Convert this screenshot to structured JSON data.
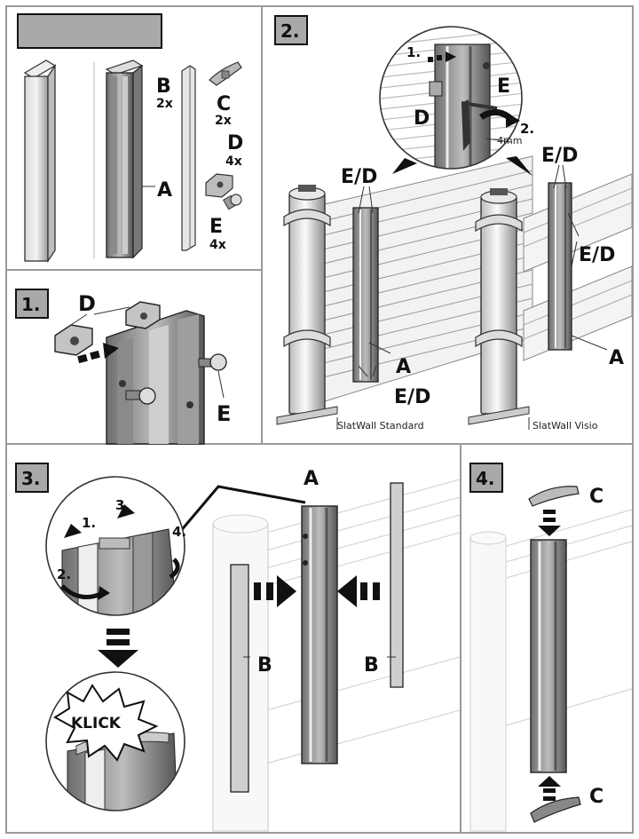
{
  "steps": {
    "s1": "1.",
    "s2": "2.",
    "s3": "3.",
    "s4": "4."
  },
  "parts": {
    "A": "A",
    "B": "B",
    "B_qty": "2x",
    "C": "C",
    "C_qty": "2x",
    "D": "D",
    "D_qty": "4x",
    "E": "E",
    "E_qty": "4x"
  },
  "step2": {
    "detail_sub1": "1.",
    "detail_sub2": "2.",
    "tool": "4mm",
    "ed": "E/D",
    "caption_standard": "SlatWall Standard",
    "caption_visio": "SlatWall Visio"
  },
  "step3": {
    "sub1": "1.",
    "sub2": "2.",
    "sub3": "3.",
    "sub4": "4.",
    "klick": "KLICK"
  },
  "colors": {
    "header_box": "#a9a9a9",
    "outline": "#9a9a9a",
    "ink": "#111111"
  }
}
